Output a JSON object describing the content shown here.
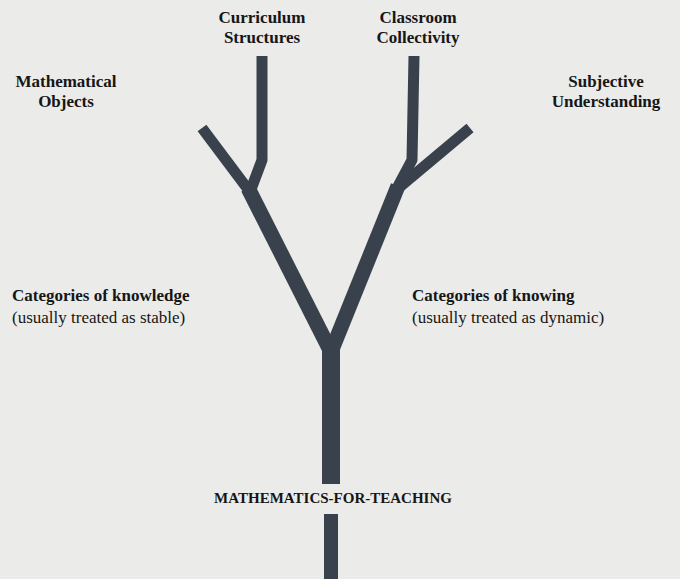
{
  "diagram": {
    "labels": [
      "Curriculum Structures",
      "Classroom Collectivity",
      "Mathematical Objects",
      "Subjective Understanding",
      "Categories of knowledge",
      "(usually treated as stable)",
      "Categories of knowing",
      "(usually treated as dynamic)",
      "MATHEMATICS-FOR-TEACHING"
    ]
  }
}
